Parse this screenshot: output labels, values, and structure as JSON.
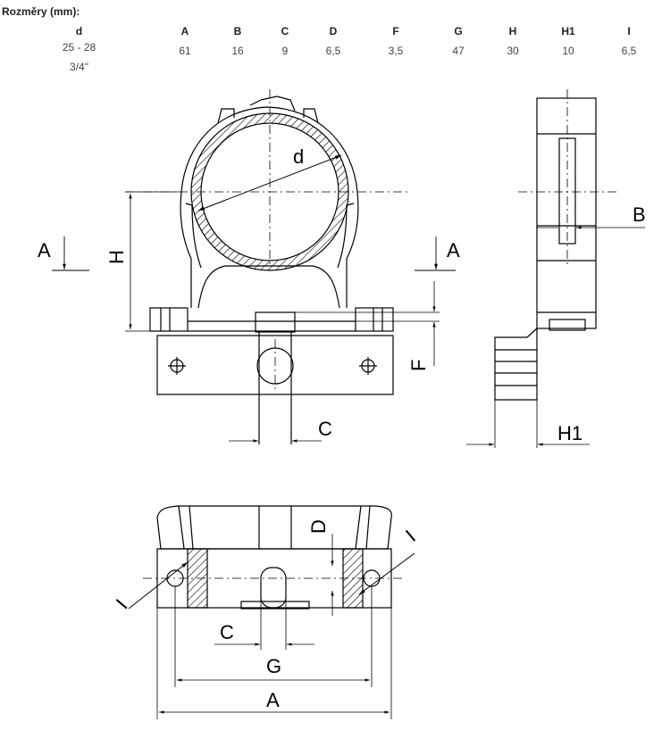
{
  "title": "Rozměry (mm):",
  "table": {
    "headers": [
      "d",
      "A",
      "B",
      "C",
      "D",
      "F",
      "G",
      "H",
      "H1",
      "I"
    ],
    "row": [
      "25 - 28",
      "61",
      "16",
      "9",
      "6,5",
      "3,5",
      "47",
      "30",
      "10",
      "6,5"
    ],
    "row_sub": "3/4\""
  },
  "drawing": {
    "labels": {
      "d": "d",
      "A": "A",
      "B": "B",
      "C": "C",
      "D": "D",
      "F": "F",
      "G": "G",
      "H": "H",
      "H1": "H1",
      "I": "I"
    }
  }
}
